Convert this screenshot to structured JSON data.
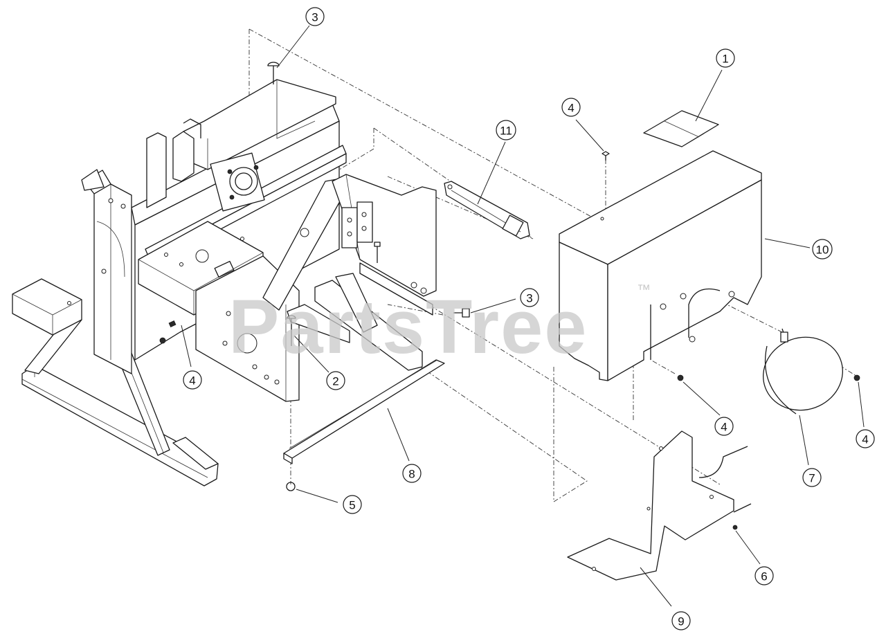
{
  "diagram": {
    "watermark": "PartsTree",
    "watermark_mark": "™",
    "callouts": [
      {
        "id": "c1",
        "label": "1"
      },
      {
        "id": "c2",
        "label": "2"
      },
      {
        "id": "c3a",
        "label": "3"
      },
      {
        "id": "c3b",
        "label": "3"
      },
      {
        "id": "c4a",
        "label": "4"
      },
      {
        "id": "c4b",
        "label": "4"
      },
      {
        "id": "c4c",
        "label": "4"
      },
      {
        "id": "c4d",
        "label": "4"
      },
      {
        "id": "c5",
        "label": "5"
      },
      {
        "id": "c6",
        "label": "6"
      },
      {
        "id": "c7",
        "label": "7"
      },
      {
        "id": "c8",
        "label": "8"
      },
      {
        "id": "c9",
        "label": "9"
      },
      {
        "id": "c10",
        "label": "10"
      },
      {
        "id": "c11",
        "label": "11"
      }
    ]
  }
}
